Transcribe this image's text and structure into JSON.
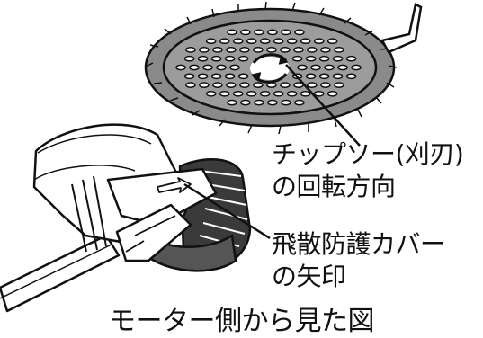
{
  "labels": {
    "blade_direction": [
      "チップソー(刈刃)",
      "の回転方向"
    ],
    "cover_arrow": [
      "飛散防護カバー",
      "の矢印"
    ],
    "caption": "モーター側から見た図"
  },
  "colors": {
    "line": "#111111",
    "background": "#ffffff",
    "plate_fill": "#9c9c9c",
    "rim_fill": "#8a8a8a",
    "cover_fill": "#ffffff"
  },
  "icons": [
    "rotation-arrow-icon",
    "direction-arrow-icon"
  ]
}
